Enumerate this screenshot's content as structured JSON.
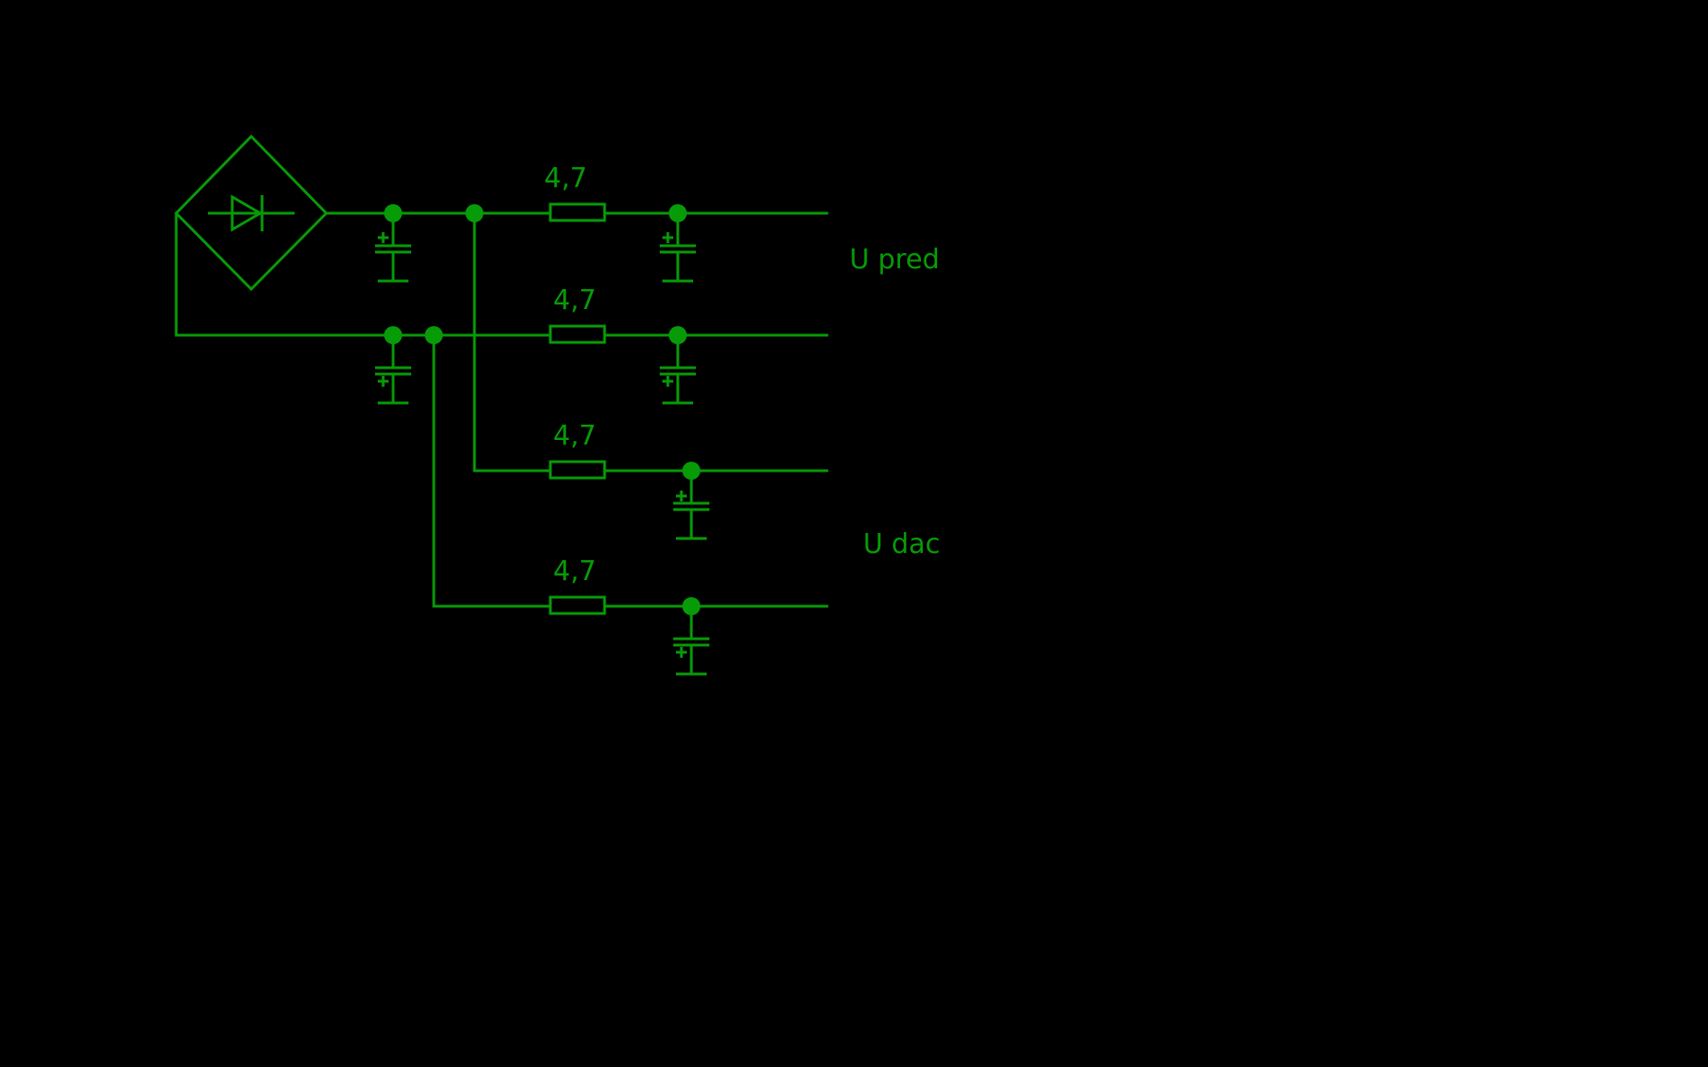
{
  "resistors": [
    {
      "id": "r1",
      "value": "4,7"
    },
    {
      "id": "r2",
      "value": "4,7"
    },
    {
      "id": "r3",
      "value": "4,7"
    },
    {
      "id": "r4",
      "value": "4,7"
    }
  ],
  "outputs": {
    "pre": "U pred",
    "dac": "U dac"
  },
  "colors": {
    "background": "#000000",
    "wire": "#079b07"
  }
}
